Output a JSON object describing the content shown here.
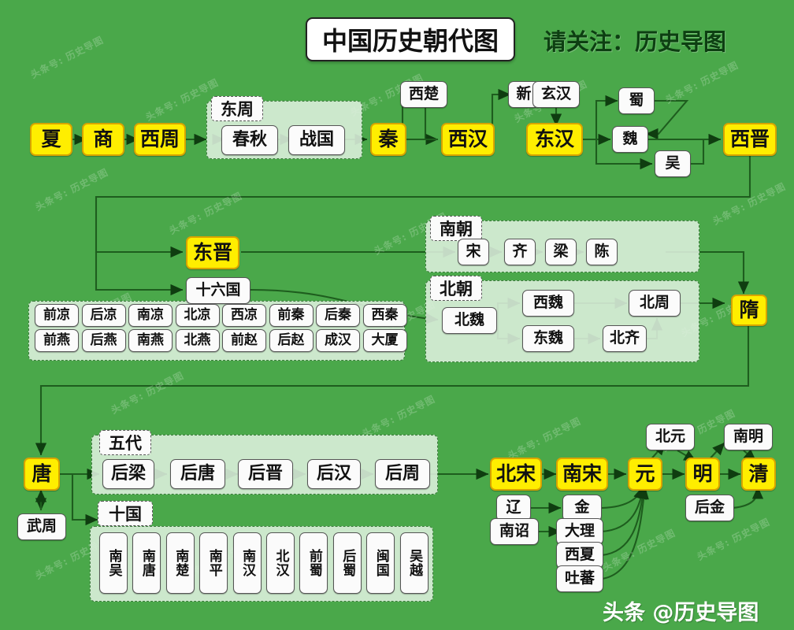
{
  "header": {
    "title": "中国历史朝代图",
    "subtitle": "请关注：历史导图",
    "footer_watermark": "头条 @历史导图",
    "watermark_text": "头条号: 历史导图"
  },
  "colors": {
    "background": "#4aa84a",
    "major_dynasty_fill": "#ffee00",
    "major_dynasty_border": "#d8a400",
    "minor_fill": "#fbfbfb",
    "group_fill": "#def0de",
    "connector": "#1c5c1c"
  },
  "groups": [
    {
      "id": "dongzhou",
      "label": "东周"
    },
    {
      "id": "nanchao",
      "label": "南朝"
    },
    {
      "id": "beichao",
      "label": "北朝"
    },
    {
      "id": "shiliuguo_grid",
      "label": ""
    },
    {
      "id": "wudai",
      "label": "五代"
    },
    {
      "id": "shiguo",
      "label": "十国"
    }
  ],
  "nodes": {
    "xia": "夏",
    "shang": "商",
    "xizhou": "西周",
    "chunqiu": "春秋",
    "zhanguo": "战国",
    "qin": "秦",
    "xichu": "西楚",
    "xihan": "西汉",
    "xin": "新",
    "xuanhan": "玄汉",
    "donghan": "东汉",
    "shu": "蜀",
    "wei": "魏",
    "wu": "吴",
    "xijin": "西晋",
    "dongjin": "东晋",
    "shiliuguo": "十六国",
    "song_n": "宋",
    "qi": "齐",
    "liang": "梁",
    "chen": "陈",
    "beiwei": "北魏",
    "xiwei": "西魏",
    "dongwei": "东魏",
    "beizhou": "北周",
    "beiqi": "北齐",
    "sui": "隋",
    "tang": "唐",
    "wuzhou": "武周",
    "houliang": "后梁",
    "houtang": "后唐",
    "houjin": "后晋",
    "houhan": "后汉",
    "houzhou": "后周",
    "beisong": "北宋",
    "nansong": "南宋",
    "yuan": "元",
    "ming": "明",
    "qing": "清",
    "beiyuan": "北元",
    "nanming": "南明",
    "liao": "辽",
    "jin": "金",
    "nanzhao": "南诏",
    "dali": "大理",
    "xixia": "西夏",
    "tubo": "吐蕃",
    "houjin_late": "后金"
  },
  "sixteen_kingdoms": {
    "row1": [
      "前凉",
      "后凉",
      "南凉",
      "北凉",
      "西凉",
      "前秦",
      "后秦",
      "西秦"
    ],
    "row2": [
      "前燕",
      "后燕",
      "南燕",
      "北燕",
      "前赵",
      "后赵",
      "成汉",
      "大厦"
    ]
  },
  "ten_kingdoms": [
    "南吴",
    "南唐",
    "南楚",
    "南平",
    "南汉",
    "北汉",
    "前蜀",
    "后蜀",
    "闽国",
    "吴越"
  ]
}
